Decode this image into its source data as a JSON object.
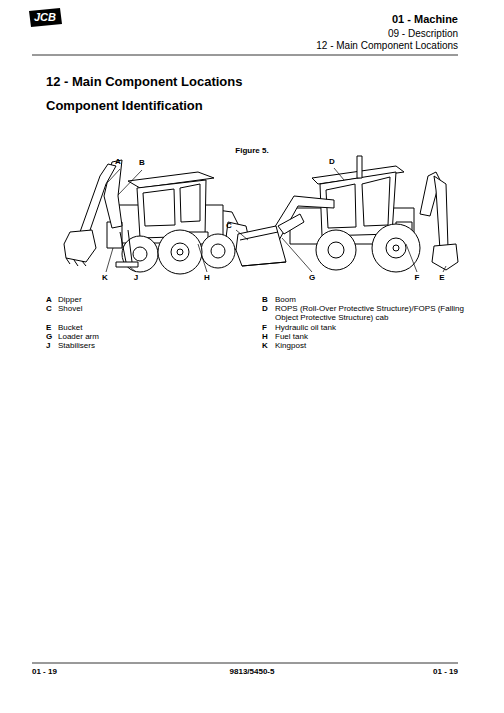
{
  "diagram": {
    "title": "12 - Main Component Locations",
    "caption": "Figure 5.",
    "labels": [
      "JCB",
      "01 - Machine",
      "09 - Description",
      "12 - Main Component Locations",
      "Component Identification",
      "A",
      "B",
      "C",
      "D",
      "E",
      "F",
      "G",
      "H",
      "J",
      "K",
      "A",
      "Dipper",
      "B",
      "Boom",
      "C",
      "Shovel",
      "D",
      "ROPS (Roll-Over Protective Structure)/FOPS (Falling Object Protective Structure) cab",
      "E",
      "Bucket",
      "F",
      "Hydraulic oil tank",
      "G",
      "Loader arm",
      "H",
      "Fuel tank",
      "J",
      "Stabilisers",
      "K",
      "Kingpost",
      "01 - 19",
      "9813/5450-5",
      "01 - 19"
    ]
  }
}
